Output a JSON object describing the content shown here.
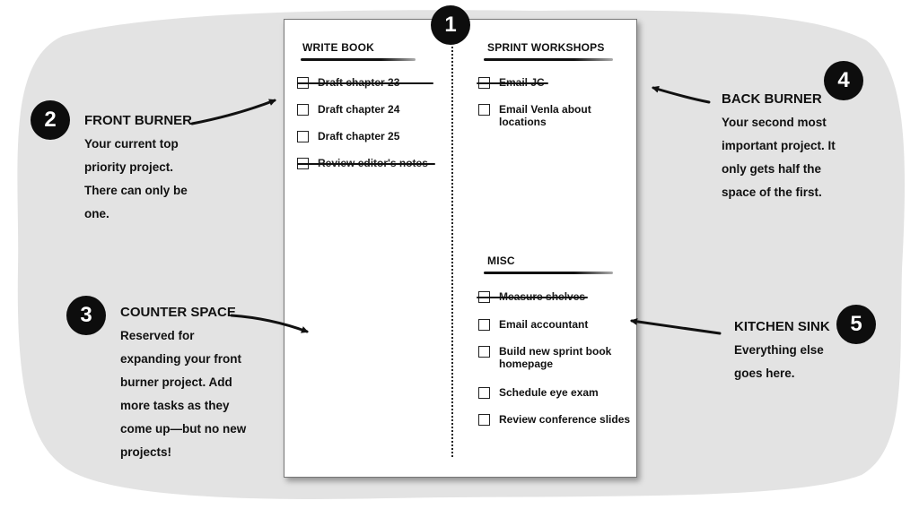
{
  "sheet": {
    "sections": {
      "write_book": {
        "title": "WRITE BOOK",
        "tasks": [
          {
            "text": "Draft chapter 23",
            "done": true
          },
          {
            "text": "Draft chapter 24",
            "done": false
          },
          {
            "text": "Draft chapter 25",
            "done": false
          },
          {
            "text": "Review editor's notes",
            "done": true
          }
        ]
      },
      "sprint_workshops": {
        "title": "SPRINT WORKSHOPS",
        "tasks": [
          {
            "text": "Email JC",
            "done": true
          },
          {
            "text": "Email Venla about",
            "text2": "locations",
            "done": false
          }
        ]
      },
      "misc": {
        "title": "MISC",
        "tasks": [
          {
            "text": "Measure shelves",
            "done": true
          },
          {
            "text": "Email accountant",
            "done": false
          },
          {
            "text": "Build new sprint book",
            "text2": "homepage",
            "done": false
          },
          {
            "text": "Schedule eye exam",
            "done": false
          },
          {
            "text": "Review conference slides",
            "done": false
          }
        ]
      }
    }
  },
  "callouts": {
    "one": {
      "number": "1"
    },
    "front_burner": {
      "number": "2",
      "title": "FRONT BURNER",
      "lines": [
        "Your current top",
        "priority project.",
        "There can only be",
        "one."
      ]
    },
    "counter_space": {
      "number": "3",
      "title": "COUNTER SPACE",
      "lines": [
        "Reserved for",
        "expanding your front",
        "burner project. Add",
        "more tasks as they",
        "come up—but no new",
        "projects!"
      ]
    },
    "back_burner": {
      "number": "4",
      "title": "BACK BURNER",
      "lines": [
        "Your second most",
        "important project. It",
        "only gets half the",
        "space of the first."
      ]
    },
    "kitchen_sink": {
      "number": "5",
      "title": "KITCHEN SINK",
      "lines": [
        "Everything else",
        "goes here."
      ]
    }
  },
  "colors": {
    "blob": "#e3e3e3",
    "ink": "#111111",
    "badge": "#0d0d0d",
    "paper": "#ffffff"
  }
}
